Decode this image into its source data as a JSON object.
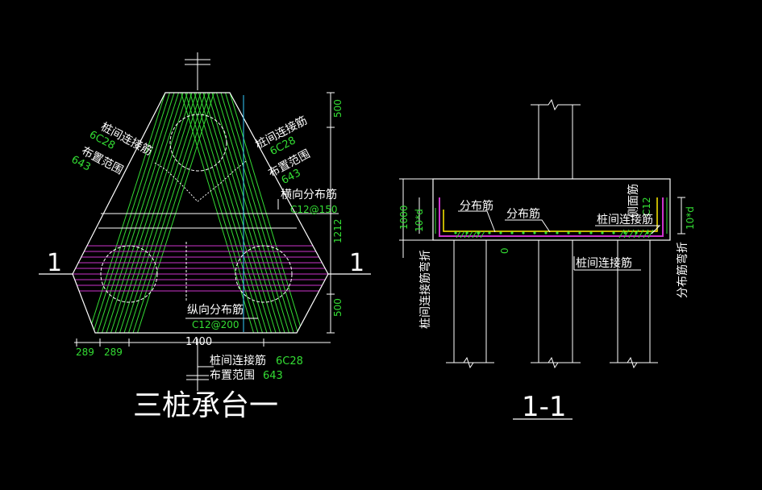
{
  "colors": {
    "background": "#000000",
    "outline": "#ffffff",
    "rebar_band": "#33dd33",
    "transverse_rebar": "#cc33cc",
    "dimension": "#33dd33",
    "centerline": "#33ccff",
    "top_rebar": "#ffee00"
  },
  "plan": {
    "title": "三桩承台一",
    "section_mark": "1",
    "left_link": {
      "name": "桩间连接筋",
      "spec": "6C28",
      "range_label": "布置范围",
      "range_value": "643"
    },
    "right_link": {
      "name": "桩间连接筋",
      "spec": "6C28",
      "range_label": "布置范围",
      "range_value": "643"
    },
    "transverse": {
      "name": "横向分布筋",
      "spec": "C12@150"
    },
    "longitudinal": {
      "name": "纵向分布筋",
      "spec": "C12@200"
    },
    "bottom_link": {
      "name": "桩间连接筋",
      "spec": "6C28",
      "range_label": "布置范围",
      "range_value": "643"
    },
    "dims_right": [
      "500",
      "1212",
      "500"
    ],
    "dims_bottom": [
      "289",
      "289",
      "1400"
    ]
  },
  "section": {
    "title": "1-1",
    "labels": {
      "dist1": "分布筋",
      "dist2": "分布筋",
      "link": "桩间连接筋",
      "link_bottom": "桩间连接筋",
      "side": "侧面筋",
      "side_spec": "C12",
      "link_bend": "桩间连接筋弯折",
      "dist_bend": "分布筋弯折",
      "zero": "0"
    },
    "dims": {
      "height": "1000",
      "left_bend": "10*d",
      "right_bend": "10*d"
    }
  }
}
